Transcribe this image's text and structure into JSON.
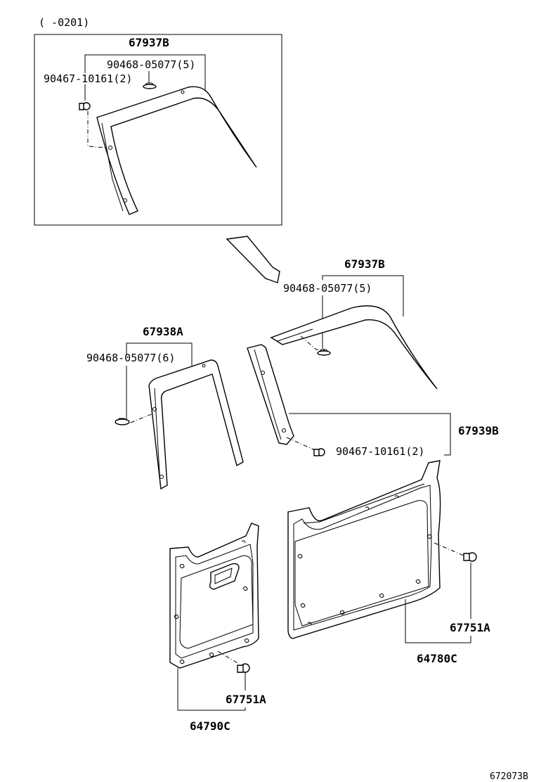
{
  "inset": {
    "range_label": "(     -0201)",
    "part_main": "67937B",
    "clip_a": "90468-05077(5)",
    "clip_b": "90467-10161(2)"
  },
  "labels": {
    "p67937b": "67937B",
    "p67937b_clip": "90468-05077(5)",
    "p67938a": "67938A",
    "p67938a_clip": "90468-05077(6)",
    "p67939b": "67939B",
    "p67939b_clip": "90467-10161(2)",
    "p67751a_right": "67751A",
    "p64780c": "64780C",
    "p67751a_left": "67751A",
    "p64790c": "64790C"
  },
  "figure_code": "672073B",
  "colors": {
    "line": "#000000",
    "background": "#ffffff"
  }
}
